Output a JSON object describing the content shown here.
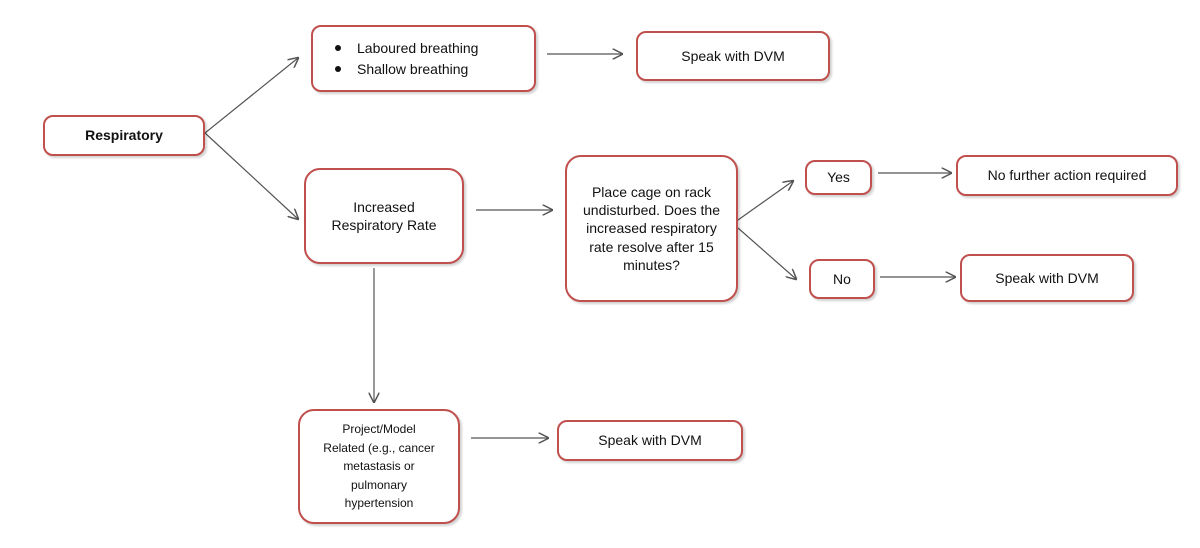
{
  "nodes": {
    "respiratory": "Respiratory",
    "breathing_items": [
      "Laboured breathing",
      "Shallow breathing"
    ],
    "speak_dvm_top": "Speak with DVM",
    "increased_rate": "Increased Respiratory Rate",
    "place_cage": "Place cage on rack undisturbed. Does the increased respiratory rate resolve after 15 minutes?",
    "yes": "Yes",
    "no_further_action": "No further action required",
    "no": "No",
    "speak_dvm_mid": "Speak with DVM",
    "project_model": "Project/Model Related (e.g., cancer metastasis or pulmonary hypertension",
    "speak_dvm_bottom": "Speak with DVM"
  },
  "colors": {
    "box_border": "#c0504d",
    "arrow": "#555555"
  }
}
